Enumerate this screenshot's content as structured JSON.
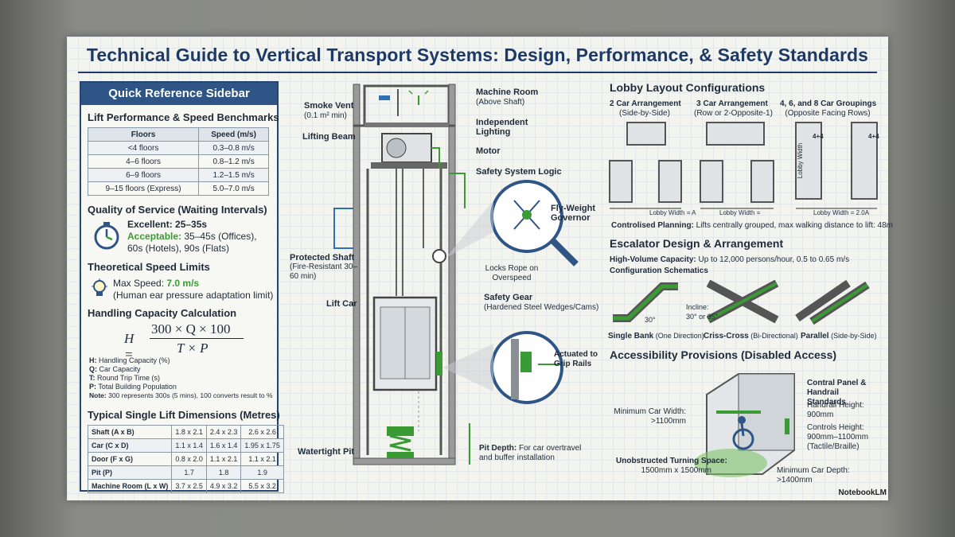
{
  "title": "Technical Guide to Vertical Transport Systems: Design, Performance, & Safety Standards",
  "sidebar": {
    "heading": "Quick Reference Sidebar",
    "benchmarks": {
      "title": "Lift Performance & Speed Benchmarks",
      "headers": [
        "Floors",
        "Speed (m/s)"
      ],
      "rows": [
        [
          "<4 floors",
          "0.3–0.8 m/s"
        ],
        [
          "4–6 floors",
          "0.8–1.2 m/s"
        ],
        [
          "6–9 floors",
          "1.2–1.5 m/s"
        ],
        [
          "9–15 floors (Express)",
          "5.0–7.0 m/s"
        ]
      ]
    },
    "quality": {
      "title": "Quality of Service (Waiting Intervals)",
      "excellent": "Excellent: 25–35s",
      "acceptable_label": "Acceptable:",
      "acceptable_value": "35–45s (Offices),",
      "acceptable_more": "60s (Hotels), 90s (Flats)"
    },
    "speed_limits": {
      "title": "Theoretical Speed Limits",
      "max_label": "Max Speed:",
      "max_value": "7.0 m/s",
      "note": "(Human ear pressure adaptation limit)"
    },
    "capacity": {
      "title": "Handling Capacity Calculation",
      "lhs": "H =",
      "numerator": "300 × Q × 100",
      "denominator": "T × P",
      "defs": [
        {
          "k": "H:",
          "v": " Handling Capacity (%)"
        },
        {
          "k": "Q:",
          "v": " Car Capacity"
        },
        {
          "k": "T:",
          "v": " Round Trip Time (s)"
        },
        {
          "k": "P:",
          "v": " Total Building Population"
        },
        {
          "k": "Note:",
          "v": " 300 represents 300s (5 mins), 100 converts result to %"
        }
      ]
    },
    "dimensions": {
      "title": "Typical Single Lift Dimensions (Metres)",
      "rows": [
        [
          "Shaft (A x B)",
          "1.8 x 2.1",
          "2.4 x 2.3",
          "2.6 x 2.6"
        ],
        [
          "Car (C x D)",
          "1.1 x 1.4",
          "1.6 x 1.4",
          "1.95 x 1.75"
        ],
        [
          "Door (F x G)",
          "0.8 x 2.0",
          "1.1 x 2.1",
          "1.1 x 2.1"
        ],
        [
          "Pit (P)",
          "1.7",
          "1.8",
          "1.9"
        ],
        [
          "Machine Room (L x W)",
          "3.7 x 2.5",
          "4.9 x 3.2",
          "5.5 x 3.2"
        ]
      ]
    }
  },
  "lift": {
    "smoke_vent": "Smoke Vent",
    "smoke_vent_sub": "(0.1 m² min)",
    "lifting_beam": "Lifting Beam",
    "machine_room": "Machine Room",
    "machine_room_sub": "(Above Shaft)",
    "independent_lighting": "Independent Lighting",
    "motor": "Motor",
    "safety_logic": "Safety System Logic",
    "governor": "Fly-Weight Governor",
    "locks_rope": "Locks Rope on Overspeed",
    "protected_shaft": "Protected Shaft",
    "protected_shaft_sub": "(Fire-Resistant 30–60 min)",
    "lift_car": "Lift Car",
    "safety_gear": "Safety Gear",
    "safety_gear_sub": "(Hardened Steel Wedges/Cams)",
    "actuated": "Actuated to Grip Rails",
    "watertight_pit": "Watertight Pit",
    "pit_depth_label": "Pit Depth:",
    "pit_depth_text": " For car overtravel and buffer installation"
  },
  "lobby": {
    "title": "Lobby Layout Configurations",
    "arrangements": [
      {
        "name": "2 Car Arrangement",
        "sub": "(Side-by-Side)"
      },
      {
        "name": "3 Car Arrangement",
        "sub": "(Row or 2-Opposite-1)"
      },
      {
        "name": "4, 6, and 8 Car Groupings",
        "sub": "(Opposite Facing Rows)"
      }
    ],
    "width_labels": [
      "Lobby Width = A",
      "Lobby Width =",
      "Lobby Width = 2.0A"
    ],
    "lobby_depth": "Lobby Width",
    "car_tag": "4+4",
    "planning_label": "Controlised Planning:",
    "planning_text": " Lifts centrally grouped, max walking distance to lift: 48m"
  },
  "escalator": {
    "title": "Escalator Design & Arrangement",
    "capacity_label": "High-Volume Capacity:",
    "capacity_text": " Up to 12,000 persons/hour, 0.5 to 0.65 m/s",
    "schematics": "Configuration Schematics",
    "incline": "Incline: 30° or 35°",
    "angle": "30°",
    "configs": [
      {
        "name": "Single Bank",
        "sub": " (One Direction)"
      },
      {
        "name": "Criss-Cross",
        "sub": " (Bi-Directional)"
      },
      {
        "name": "Parallel",
        "sub": " (Side-by-Side)"
      }
    ]
  },
  "access": {
    "title": "Accessibility Provisions (Disabled Access)",
    "min_width": "Minimum Car Width:",
    "min_width_val": ">1100mm",
    "turning": "Unobstructed Turning Space:",
    "turning_val": "1500mm x 1500mm",
    "panel": "Contral Panel & Handrail Standards",
    "handrail": "Handrail Height: 900mm",
    "controls": "Controls Height: 900mm–1100mm (Tactile/Braille)",
    "min_depth": "Minimum Car Depth:",
    "min_depth_val": ">1400mm"
  },
  "brand": "NotebookLM",
  "colors": {
    "navy": "#1d3a66",
    "green": "#3a9b35",
    "blue": "#2f6fb3"
  }
}
